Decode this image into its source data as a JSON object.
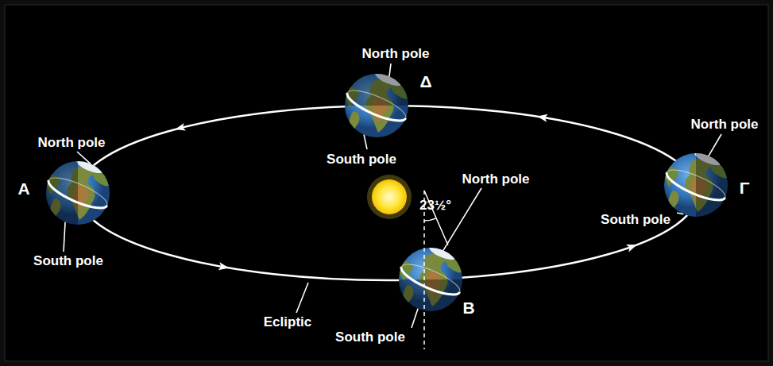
{
  "diagram": {
    "labels": [
      "North pole",
      "South pole",
      "Δ",
      "North pole",
      "A",
      "South pole",
      "North pole",
      "23½°",
      "South pole",
      "B",
      "Ecliptic",
      "North pole",
      "South pole",
      "Γ"
    ]
  }
}
